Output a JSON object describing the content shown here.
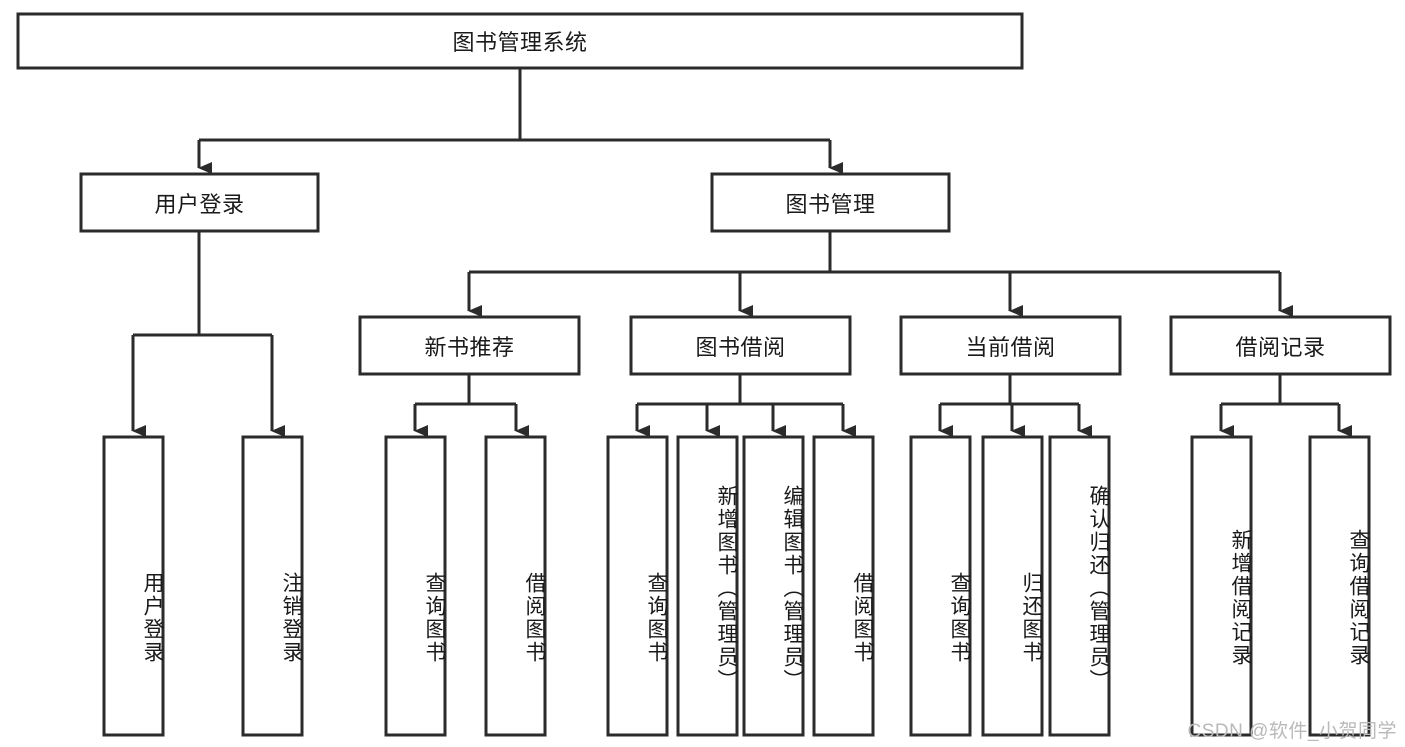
{
  "diagram": {
    "title": "图书管理系统",
    "type": "tree-hierarchy-functional-structure",
    "colors": {
      "box_stroke": "#2b2b2b",
      "box_fill": "#ffffff",
      "connector": "#2b2b2b",
      "text": "#1a1a1a",
      "background": "#ffffff",
      "watermark": "#b9b9b9"
    },
    "root": {
      "label": "图书管理系统"
    },
    "level2": [
      {
        "label": "用户登录"
      },
      {
        "label": "图书管理"
      }
    ],
    "level3": [
      {
        "label": "新书推荐"
      },
      {
        "label": "图书借阅"
      },
      {
        "label": "当前借阅"
      },
      {
        "label": "借阅记录"
      }
    ],
    "leaves": {
      "user_login": [
        {
          "label": "用户登录"
        },
        {
          "label": "注销登录"
        }
      ],
      "new_book_recommend": [
        {
          "label": "查询图书"
        },
        {
          "label": "借阅图书"
        }
      ],
      "book_borrow": [
        {
          "label": "查询图书"
        },
        {
          "label": "新增图书（管理员）"
        },
        {
          "label": "编辑图书（管理员）"
        },
        {
          "label": "借阅图书"
        }
      ],
      "current_borrow": [
        {
          "label": "查询图书"
        },
        {
          "label": "归还图书"
        },
        {
          "label": "确认归还（管理员）"
        }
      ],
      "borrow_record": [
        {
          "label": "新增借阅记录"
        },
        {
          "label": "查询借阅记录"
        }
      ]
    }
  },
  "watermark": {
    "text": "CSDN @软件_小贺同学"
  }
}
